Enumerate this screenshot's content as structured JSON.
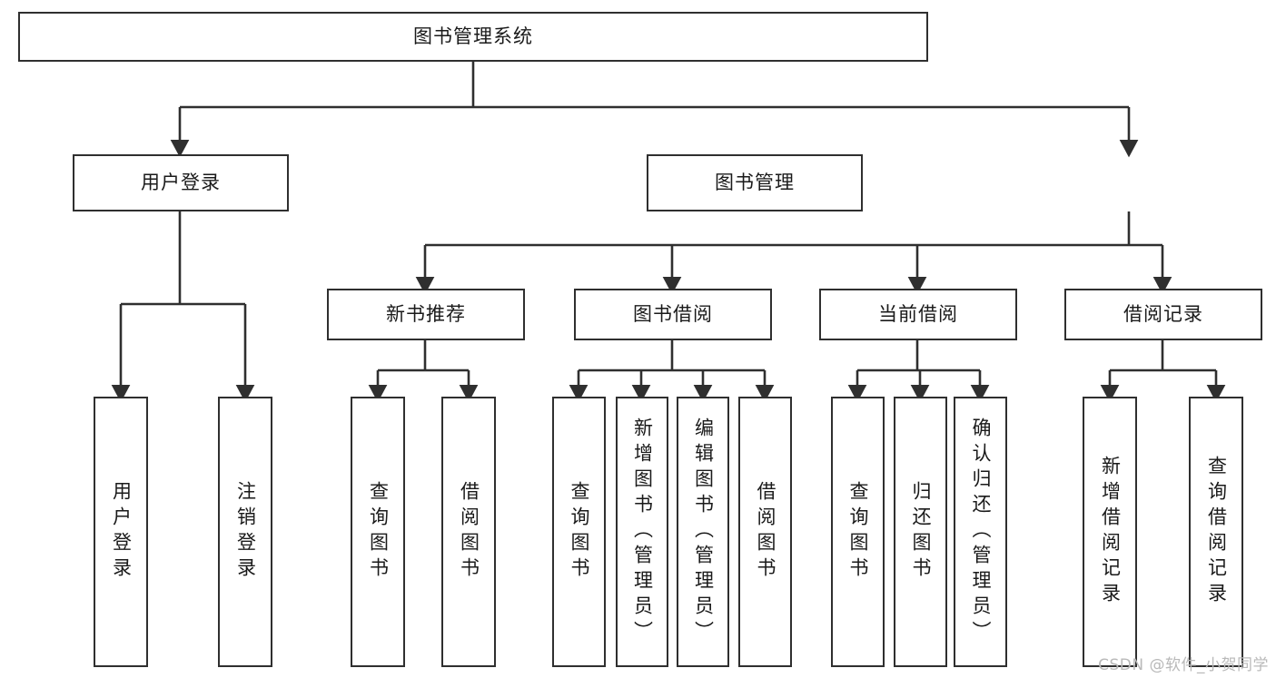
{
  "diagram": {
    "title": "图书管理系统",
    "type": "tree-hierarchy-chart",
    "watermark": "CSDN @软件_小贺同学",
    "colors": {
      "stroke": "#2f2f2f",
      "fill": "#ffffff",
      "text": "#1a1a1a",
      "watermark": "#b9b9b9"
    },
    "nodes": {
      "root": "图书管理系统",
      "level1": [
        "用户登录",
        "图书管理"
      ],
      "level2": [
        "新书推荐",
        "图书借阅",
        "当前借阅",
        "借阅记录"
      ],
      "leaves": {
        "user_login": [
          "用户登录",
          "注销登录"
        ],
        "new_book": [
          "查询图书",
          "借阅图书"
        ],
        "book_borrow": [
          "查询图书",
          "新增图书（管理员）",
          "编辑图书（管理员）",
          "借阅图书"
        ],
        "current_borrow": [
          "查询图书",
          "归还图书",
          "确认归还（管理员）"
        ],
        "borrow_record": [
          "新增借阅记录",
          "查询借阅记录"
        ]
      }
    }
  }
}
